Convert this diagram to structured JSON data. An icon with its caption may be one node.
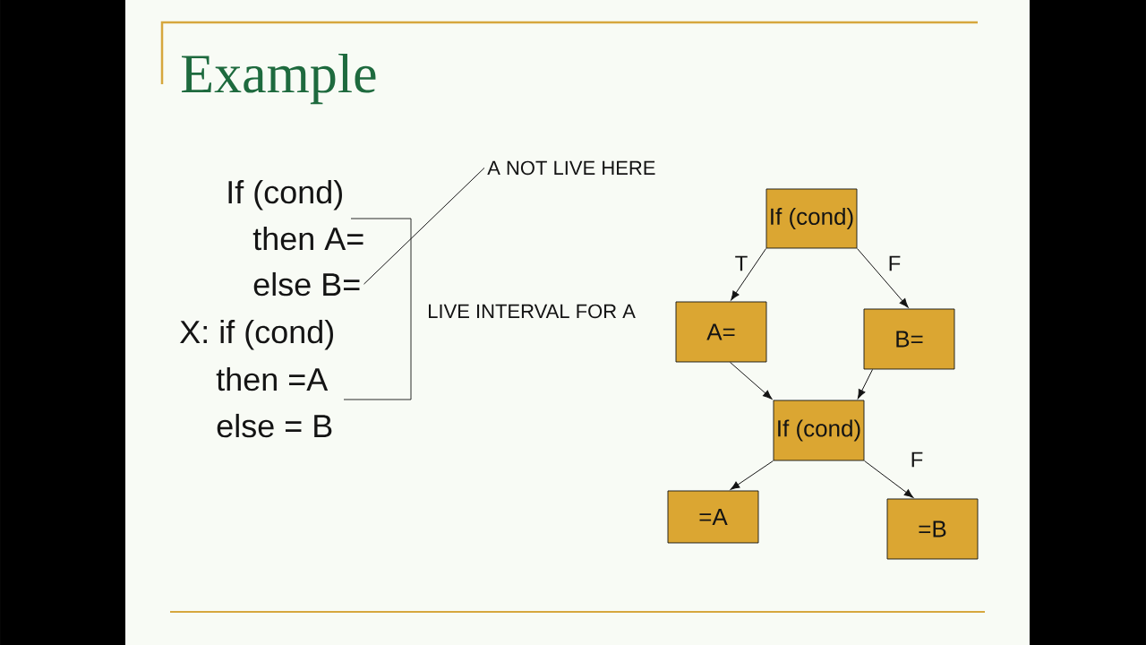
{
  "diagram": {
    "title": "Example",
    "nodes": [
      {
        "text": [
          "else B="
        ]
      },
      {
        "text": [
          "A NOT LIVE HERE"
        ]
      },
      {
        "text": [
          "If (cond)"
        ]
      },
      {
        "text": [
          "A="
        ]
      },
      {
        "text": [
          "B="
        ]
      },
      {
        "text": [
          "If (cond)"
        ]
      },
      {
        "text": [
          "=A"
        ]
      },
      {
        "text": [
          "=B"
        ]
      }
    ],
    "edges": [
      {
        "from": 1,
        "to": 0,
        "arrow": "none"
      },
      {
        "from": 2,
        "to": 3,
        "arrow": "to",
        "label": "T"
      },
      {
        "from": 2,
        "to": 4,
        "arrow": "to",
        "label": "F"
      },
      {
        "from": 3,
        "to": 5,
        "arrow": "to"
      },
      {
        "from": 4,
        "to": 5,
        "arrow": "to"
      },
      {
        "from": 5,
        "to": 6,
        "arrow": "to"
      },
      {
        "from": 5,
        "to": 7,
        "arrow": "to",
        "label": "F"
      }
    ],
    "labels": [
      "If (cond)",
      "then A=",
      "X: if (cond)",
      "then =A",
      "else = B",
      "LIVE INTERVAL FOR A"
    ]
  }
}
